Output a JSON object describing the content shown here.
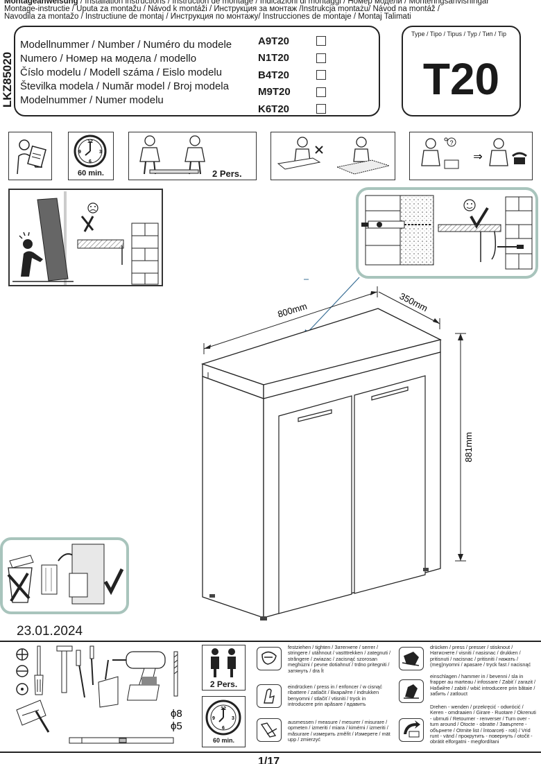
{
  "header": {
    "line1_bold": "Montageanweisung",
    "line1_rest": " / Installation instructions / Instruction de montage / Indicazioni di montaggi / Номер модели / Monteringsanvisningar",
    "line2": "Montage-instructie / Uputa za montažu / Návod k montáži / Инструкция за монтаж /Instrukcja montażu/ Návod na montáž /",
    "line3": "Navodila za montažo / Instructiune de montaj / Инструкция по монтажу/ Instrucciones de montaje / Montaj Talimati"
  },
  "product_code": "LKZ85020",
  "model_labels": [
    "Modellnummer / Number / Numéro du modele",
    "Numero /  Номер на модела / modello",
    "Číslo modelu / Modell száma / Eislo modelu",
    "Številka modela / Număr model / Broj modela",
    "Modelnummer / Numer modelu"
  ],
  "model_codes": [
    "A9T20",
    "N1T20",
    "B4T20",
    "M9T20",
    "K6T20"
  ],
  "type_label": "Type / Tipo / Tipus / Typ / Тип  / Tip",
  "type_code": "T20",
  "clock_time": "60 min.",
  "persons": "2 Pers.",
  "persons_small": "2 Pers.",
  "dimensions": {
    "width": "800mm",
    "depth": "350mm",
    "height": "881mm"
  },
  "date": "23.01.2024",
  "drill_sizes": [
    "ϕ8",
    "ϕ5"
  ],
  "clock_time_small": "60 min.",
  "legend": [
    "festziehen / tighten / Затегнете / serrer / stringere / utáhnout / vastttrekken / zategnuti / strângere / zwiazac / zacisnąć szorosan meghúzni / pevne dotiahnut´/ trdno pritegniti / затянуть / dra ĺt",
    "eindrücken / press in / enfoncer / w cisnąć ribattere / zatlačit / Вкарайте / indrukken benyomni / stlačit´/ vtisniti / tryck in introducere prin apăsare / вдавить",
    "ausmessen / measure / mesurer / misurare / opmeten / izmeriti / miara / kimérni / izmeriti / măsurare / измерить změřit / Измерете / mät upp / zmierzyć",
    "drücken / press / presser / stisknout / Натиснете / visniti / nasisnac / drukken / pritisnuti / nacisnac / pritisniti / нажать / (meg)nyomni / apasare / tryck fast / nacisnąć",
    "einschlagen / hammer in / bevenni / sla in frapper au marteau / infossare / Zabit´/ zarazit / Набийте / zabiti / wbić introducere prin bătaie / забить / zatlouct",
    "Drehen - wenden / przekręcić - odwrócić / Keren - omdraaien / Girare - Ruotare / Okrenuti - ubrnuti / Retourner - renverser / Turn over - turn around / Otocte - obratte / Завъртете - обърнете / Otrnite list / întoarceți - roti) / Vrid runt - vänd / прокрутить - повернуть / otočit - obrátit elforgatni - megfordítani"
  ],
  "page_number": "1/17"
}
